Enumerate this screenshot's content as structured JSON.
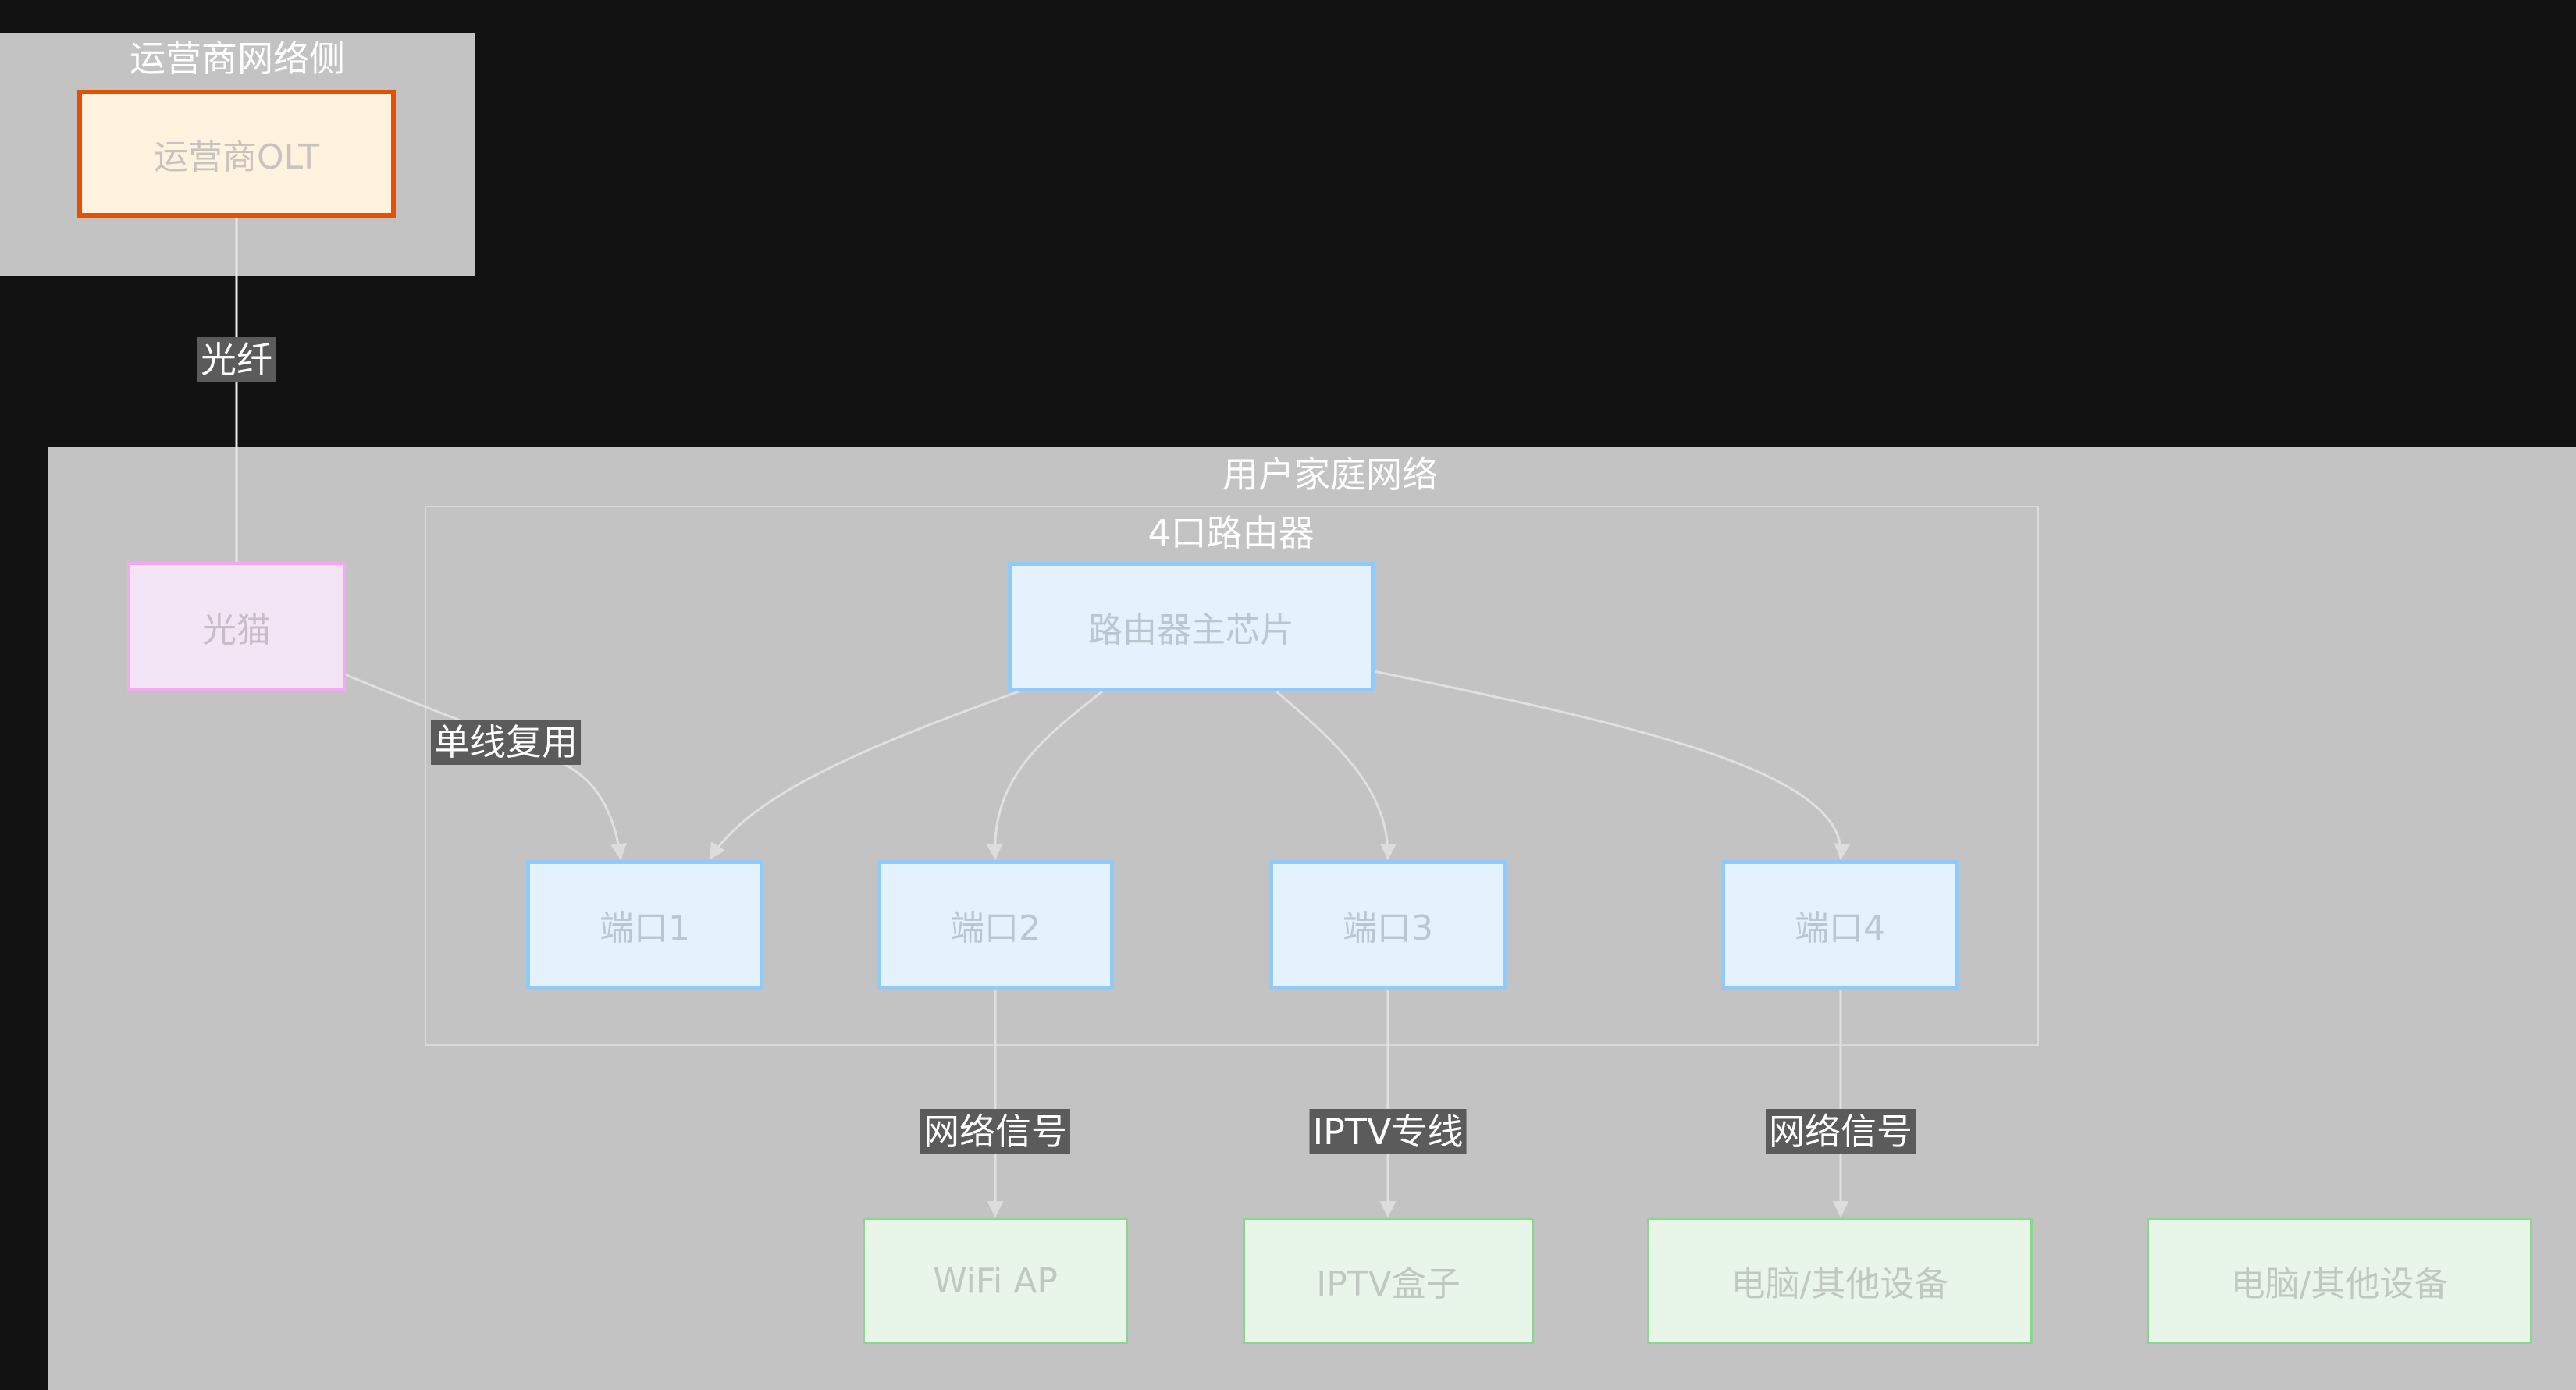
{
  "clusters": {
    "carrier": {
      "title": "运营商网络侧"
    },
    "home": {
      "title": "用户家庭网络"
    },
    "router": {
      "title": "4口路由器"
    }
  },
  "nodes": {
    "olt": "运营商OLT",
    "modem": "光猫",
    "router_chip": "路由器主芯片",
    "port1": "端口1",
    "port2": "端口2",
    "port3": "端口3",
    "port4": "端口4",
    "wifi_ap": "WiFi AP",
    "iptv_box": "IPTV盒子",
    "pc1": "电脑/其他设备",
    "pc2": "电脑/其他设备"
  },
  "edges": {
    "fiber": "光纤",
    "single_line": "单线复用",
    "net_signal_1": "网络信号",
    "iptv_line": "IPTV专线",
    "net_signal_2": "网络信号"
  },
  "colors": {
    "background": "#121212",
    "cluster": "#c3c3c3",
    "olt_border": "#e65100",
    "router_border": "#90caf9",
    "modem_border": "#f4a8f3",
    "device_border": "#8bd58e",
    "edge_label_bg": "#5b5b5b"
  }
}
